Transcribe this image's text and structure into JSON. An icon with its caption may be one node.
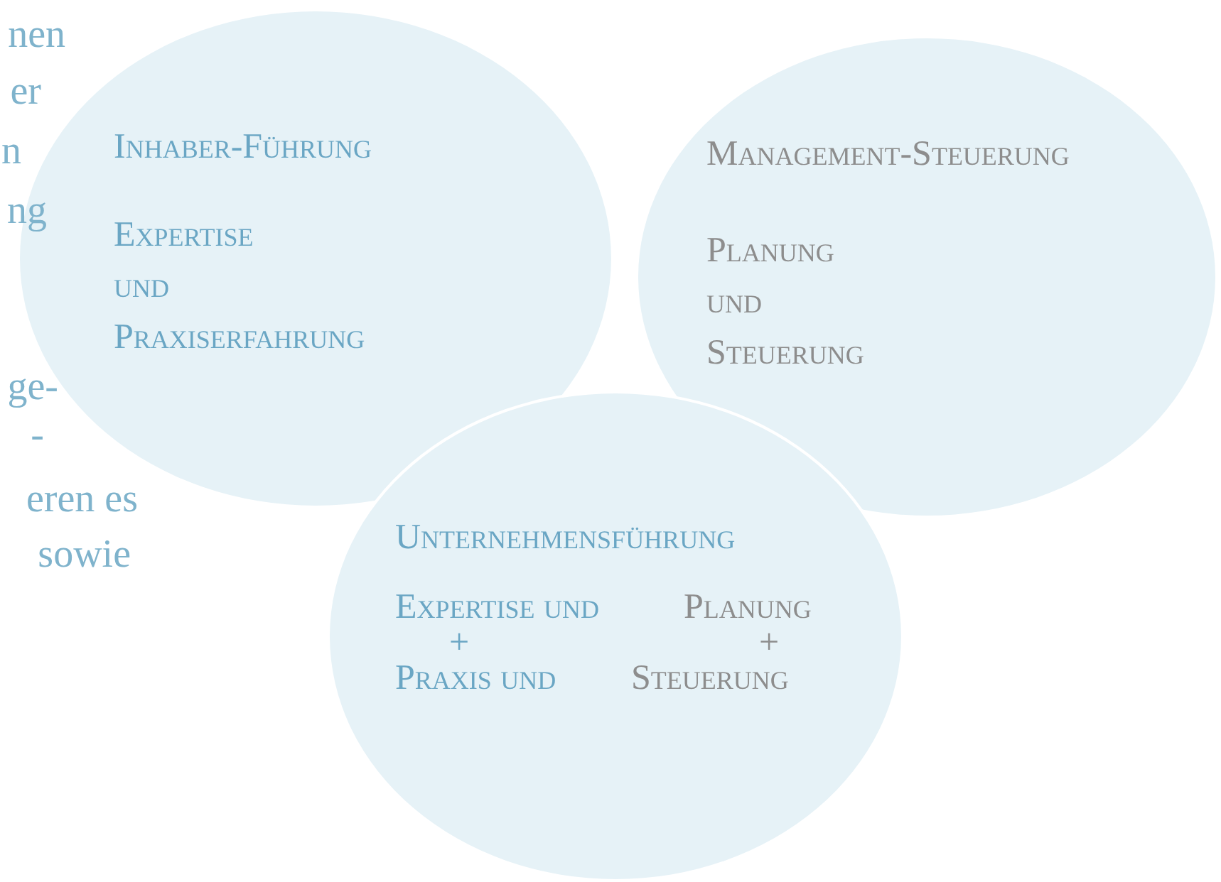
{
  "diagram": {
    "nodes": [
      {
        "text": [
          "Inhaber-Führung",
          "Expertise und Praxiserfahrung"
        ]
      },
      {
        "text": [
          "Management-Steuerung",
          "Planung und Steuerung"
        ]
      },
      {
        "text": [
          "Unternehmensführung",
          "Expertise und",
          "Planung",
          "+",
          "+",
          "Praxis und",
          "Steuerung"
        ]
      }
    ],
    "labels": [
      "nen",
      "er",
      "n",
      "ng",
      "ge-",
      "-",
      "eren es",
      "sowie"
    ]
  }
}
